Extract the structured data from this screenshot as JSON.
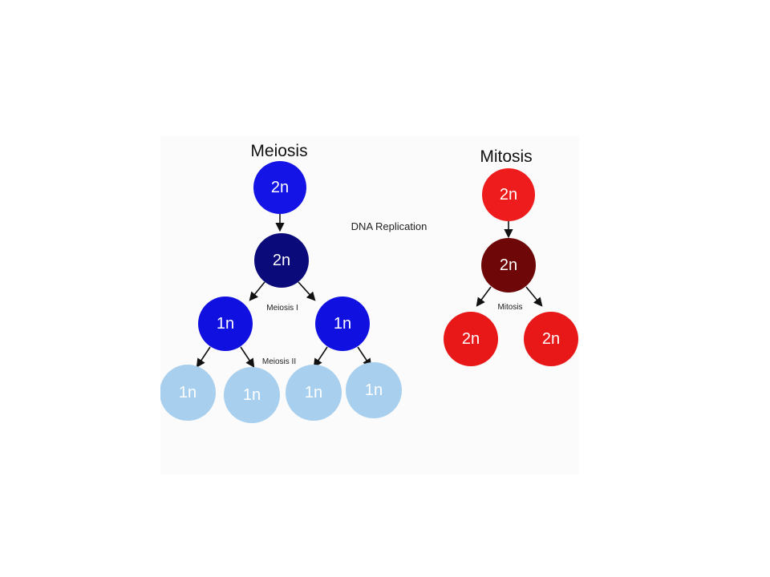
{
  "meiosis": {
    "title": "Meiosis",
    "parent_label": "2n",
    "replicated_label": "2n",
    "meiosis1_label": "Meiosis I",
    "meiosis2_label": "Meiosis II",
    "daughter_labels": [
      "1n",
      "1n"
    ],
    "gamete_labels": [
      "1n",
      "1n",
      "1n",
      "1n"
    ]
  },
  "dna_replication_label": "DNA Replication",
  "mitosis": {
    "title": "Mitosis",
    "parent_label": "2n",
    "replicated_label": "2n",
    "division_label": "Mitosis",
    "daughter_labels": [
      "2n",
      "2n"
    ]
  },
  "colors": {
    "meiosis_parent": "#1414e6",
    "meiosis_replicated": "#0a0a7a",
    "meiosis_1n": "#1010e0",
    "gamete": "#a8d0ee",
    "mitosis_parent": "#ee1c1c",
    "mitosis_replicated": "#6e0707",
    "mitosis_daughter": "#e81818"
  }
}
